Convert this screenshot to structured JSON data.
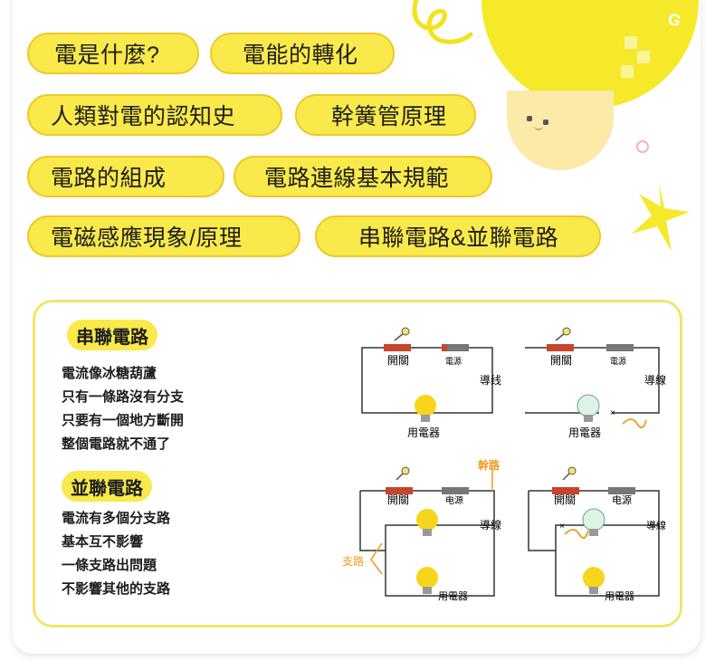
{
  "topics": [
    {
      "label": "電是什麼?"
    },
    {
      "label": "電能的轉化"
    },
    {
      "label": "人類對電的認知史"
    },
    {
      "label": "幹簧管原理"
    },
    {
      "label": "電路的組成"
    },
    {
      "label": "電路連線基本規範"
    },
    {
      "label": "電磁感應現象/原理"
    },
    {
      "label": "串聯電路&並聯電路"
    }
  ],
  "decor": {
    "bulb_letter": "G"
  },
  "series": {
    "title": "串聯電路",
    "lines": [
      "電流像冰糖葫蘆",
      "只有一條路沒有分支",
      "只要有一個地方斷開",
      "整個電路就不通了"
    ]
  },
  "parallel": {
    "title": "並聯電路",
    "lines": [
      "電流有多個分支路",
      "基本互不影響",
      "一條支路出問題",
      "不影響其他的支路"
    ]
  },
  "diagrams": {
    "switch": "開關",
    "power_a": "電源",
    "power_b": "电源",
    "wire_a": "導线",
    "wire_b": "導線",
    "appliance": "用電器",
    "main_path": "幹路",
    "branch": "支路"
  },
  "colors": {
    "pill": "#f9e94a",
    "pill_border": "#efc928",
    "panel_border": "#f3e46a",
    "orange": "#f29a18",
    "bulb": "#f7d51c"
  }
}
